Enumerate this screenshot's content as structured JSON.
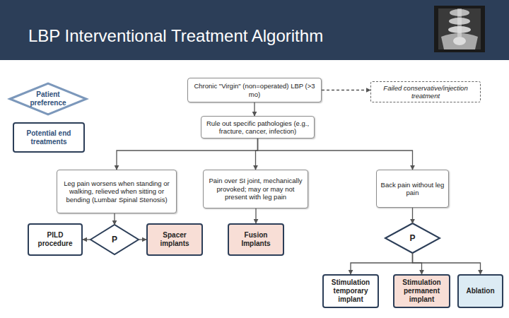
{
  "diagram": {
    "title": "LBP Interventional Treatment Algorithm",
    "nodes": [
      {
        "text": [
          "Patient preference"
        ]
      },
      {
        "text": [
          "Chronic \"Virgin\" (non=operated) LBP (>3 mo)"
        ]
      },
      {
        "text": [
          "Failed conservative/injection treatment"
        ]
      },
      {
        "text": [
          "Potential end treatments"
        ]
      },
      {
        "text": [
          "Rule out specific pathologies (e.g., fracture, cancer, infection)"
        ]
      },
      {
        "text": [
          "Leg pain worsens when standing or walking, relieved when sitting or bending (Lumbar Spinal Stenosis)"
        ]
      },
      {
        "text": [
          "Pain over SI joint, mechanically provoked; may or may not present with leg pain"
        ]
      },
      {
        "text": [
          "Back pain without leg pain"
        ]
      },
      {
        "text": [
          "PILD procedure"
        ]
      },
      {
        "text": [
          "P"
        ]
      },
      {
        "text": [
          "Spacer implants"
        ]
      },
      {
        "text": [
          "Fusion Implants"
        ]
      },
      {
        "text": [
          "P"
        ]
      },
      {
        "text": [
          "Stimulation temporary implant"
        ]
      },
      {
        "text": [
          "Stimulation permanent implant"
        ]
      },
      {
        "text": [
          "Ablation"
        ]
      }
    ],
    "edges": [
      {
        "from": 1,
        "to": 2,
        "arrow": "to"
      },
      {
        "from": 1,
        "to": 4,
        "arrow": "to"
      },
      {
        "from": 4,
        "to": 5,
        "arrow": "to"
      },
      {
        "from": 4,
        "to": 6,
        "arrow": "to"
      },
      {
        "from": 4,
        "to": 7,
        "arrow": "to"
      },
      {
        "from": 5,
        "to": 9,
        "arrow": "to"
      },
      {
        "from": 9,
        "to": 8,
        "arrow": "to"
      },
      {
        "from": 9,
        "to": 10,
        "arrow": "to"
      },
      {
        "from": 6,
        "to": 11,
        "arrow": "to"
      },
      {
        "from": 7,
        "to": 12,
        "arrow": "to"
      },
      {
        "from": 12,
        "to": 13,
        "arrow": "to"
      },
      {
        "from": 12,
        "to": 14,
        "arrow": "to"
      },
      {
        "from": 12,
        "to": 15,
        "arrow": "to"
      }
    ]
  }
}
